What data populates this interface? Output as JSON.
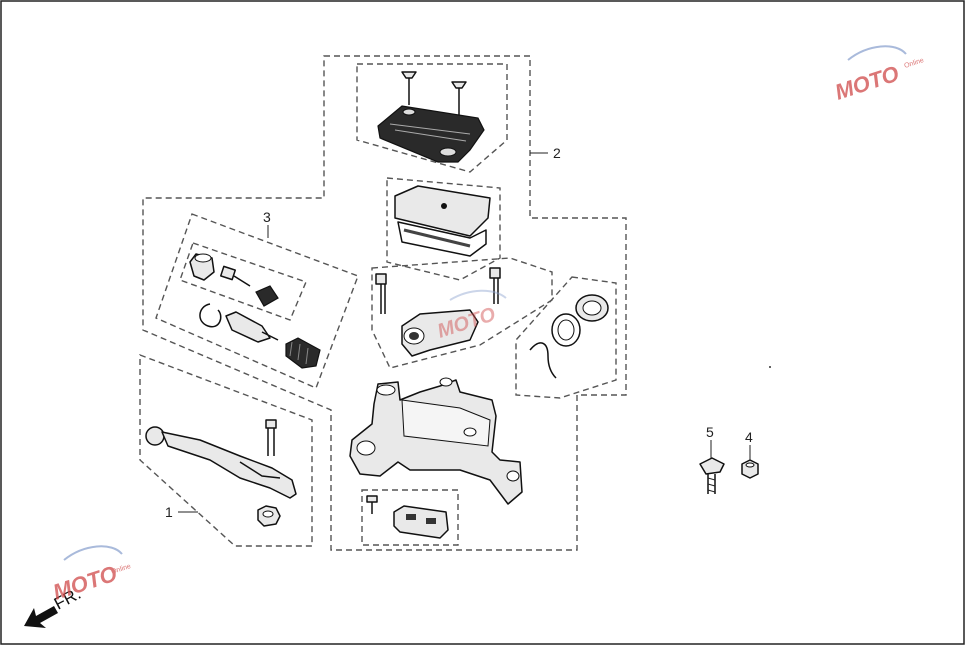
{
  "callouts": {
    "c1": "1",
    "c2": "2",
    "c3": "3",
    "c4": "4",
    "c5": "5"
  },
  "direction": {
    "label": "FR."
  },
  "watermark": {
    "text": "MOTO",
    "subtext": "Online"
  },
  "colors": {
    "line": "#111111",
    "dashed": "#555555",
    "watermark_red": "#d04a4a",
    "watermark_blue": "#4a6fb5"
  }
}
